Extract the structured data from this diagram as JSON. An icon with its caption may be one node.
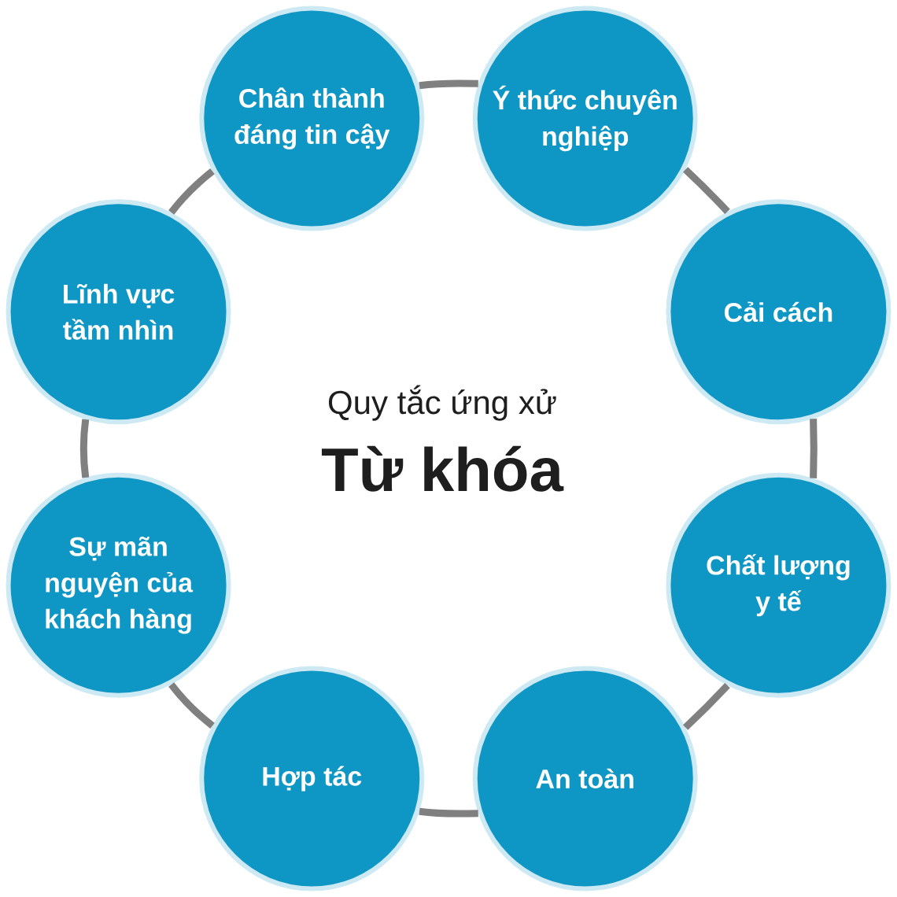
{
  "diagram": {
    "nodes": [
      {
        "text": [
          "Chân thành đáng tin cậy"
        ]
      },
      {
        "text": [
          "Ý thức chuyên nghiệp"
        ]
      },
      {
        "text": [
          "Cải cách"
        ]
      },
      {
        "text": [
          "Chất lượng y tế"
        ]
      },
      {
        "text": [
          "An toàn"
        ]
      },
      {
        "text": [
          "Hợp tác"
        ]
      },
      {
        "text": [
          "Sự mãn nguyện của khách hàng"
        ]
      },
      {
        "text": [
          "Lĩnh vực tầm nhìn"
        ]
      }
    ],
    "edges": [
      {
        "from": 0,
        "to": 1,
        "arrow": "none"
      },
      {
        "from": 1,
        "to": 2,
        "arrow": "none"
      },
      {
        "from": 2,
        "to": 3,
        "arrow": "none"
      },
      {
        "from": 3,
        "to": 4,
        "arrow": "none"
      },
      {
        "from": 4,
        "to": 5,
        "arrow": "none"
      },
      {
        "from": 5,
        "to": 6,
        "arrow": "none"
      },
      {
        "from": 6,
        "to": 7,
        "arrow": "none"
      },
      {
        "from": 7,
        "to": 0,
        "arrow": "none"
      }
    ],
    "labels": [
      "Quy tắc ứng xử",
      "Từ khóa"
    ]
  }
}
